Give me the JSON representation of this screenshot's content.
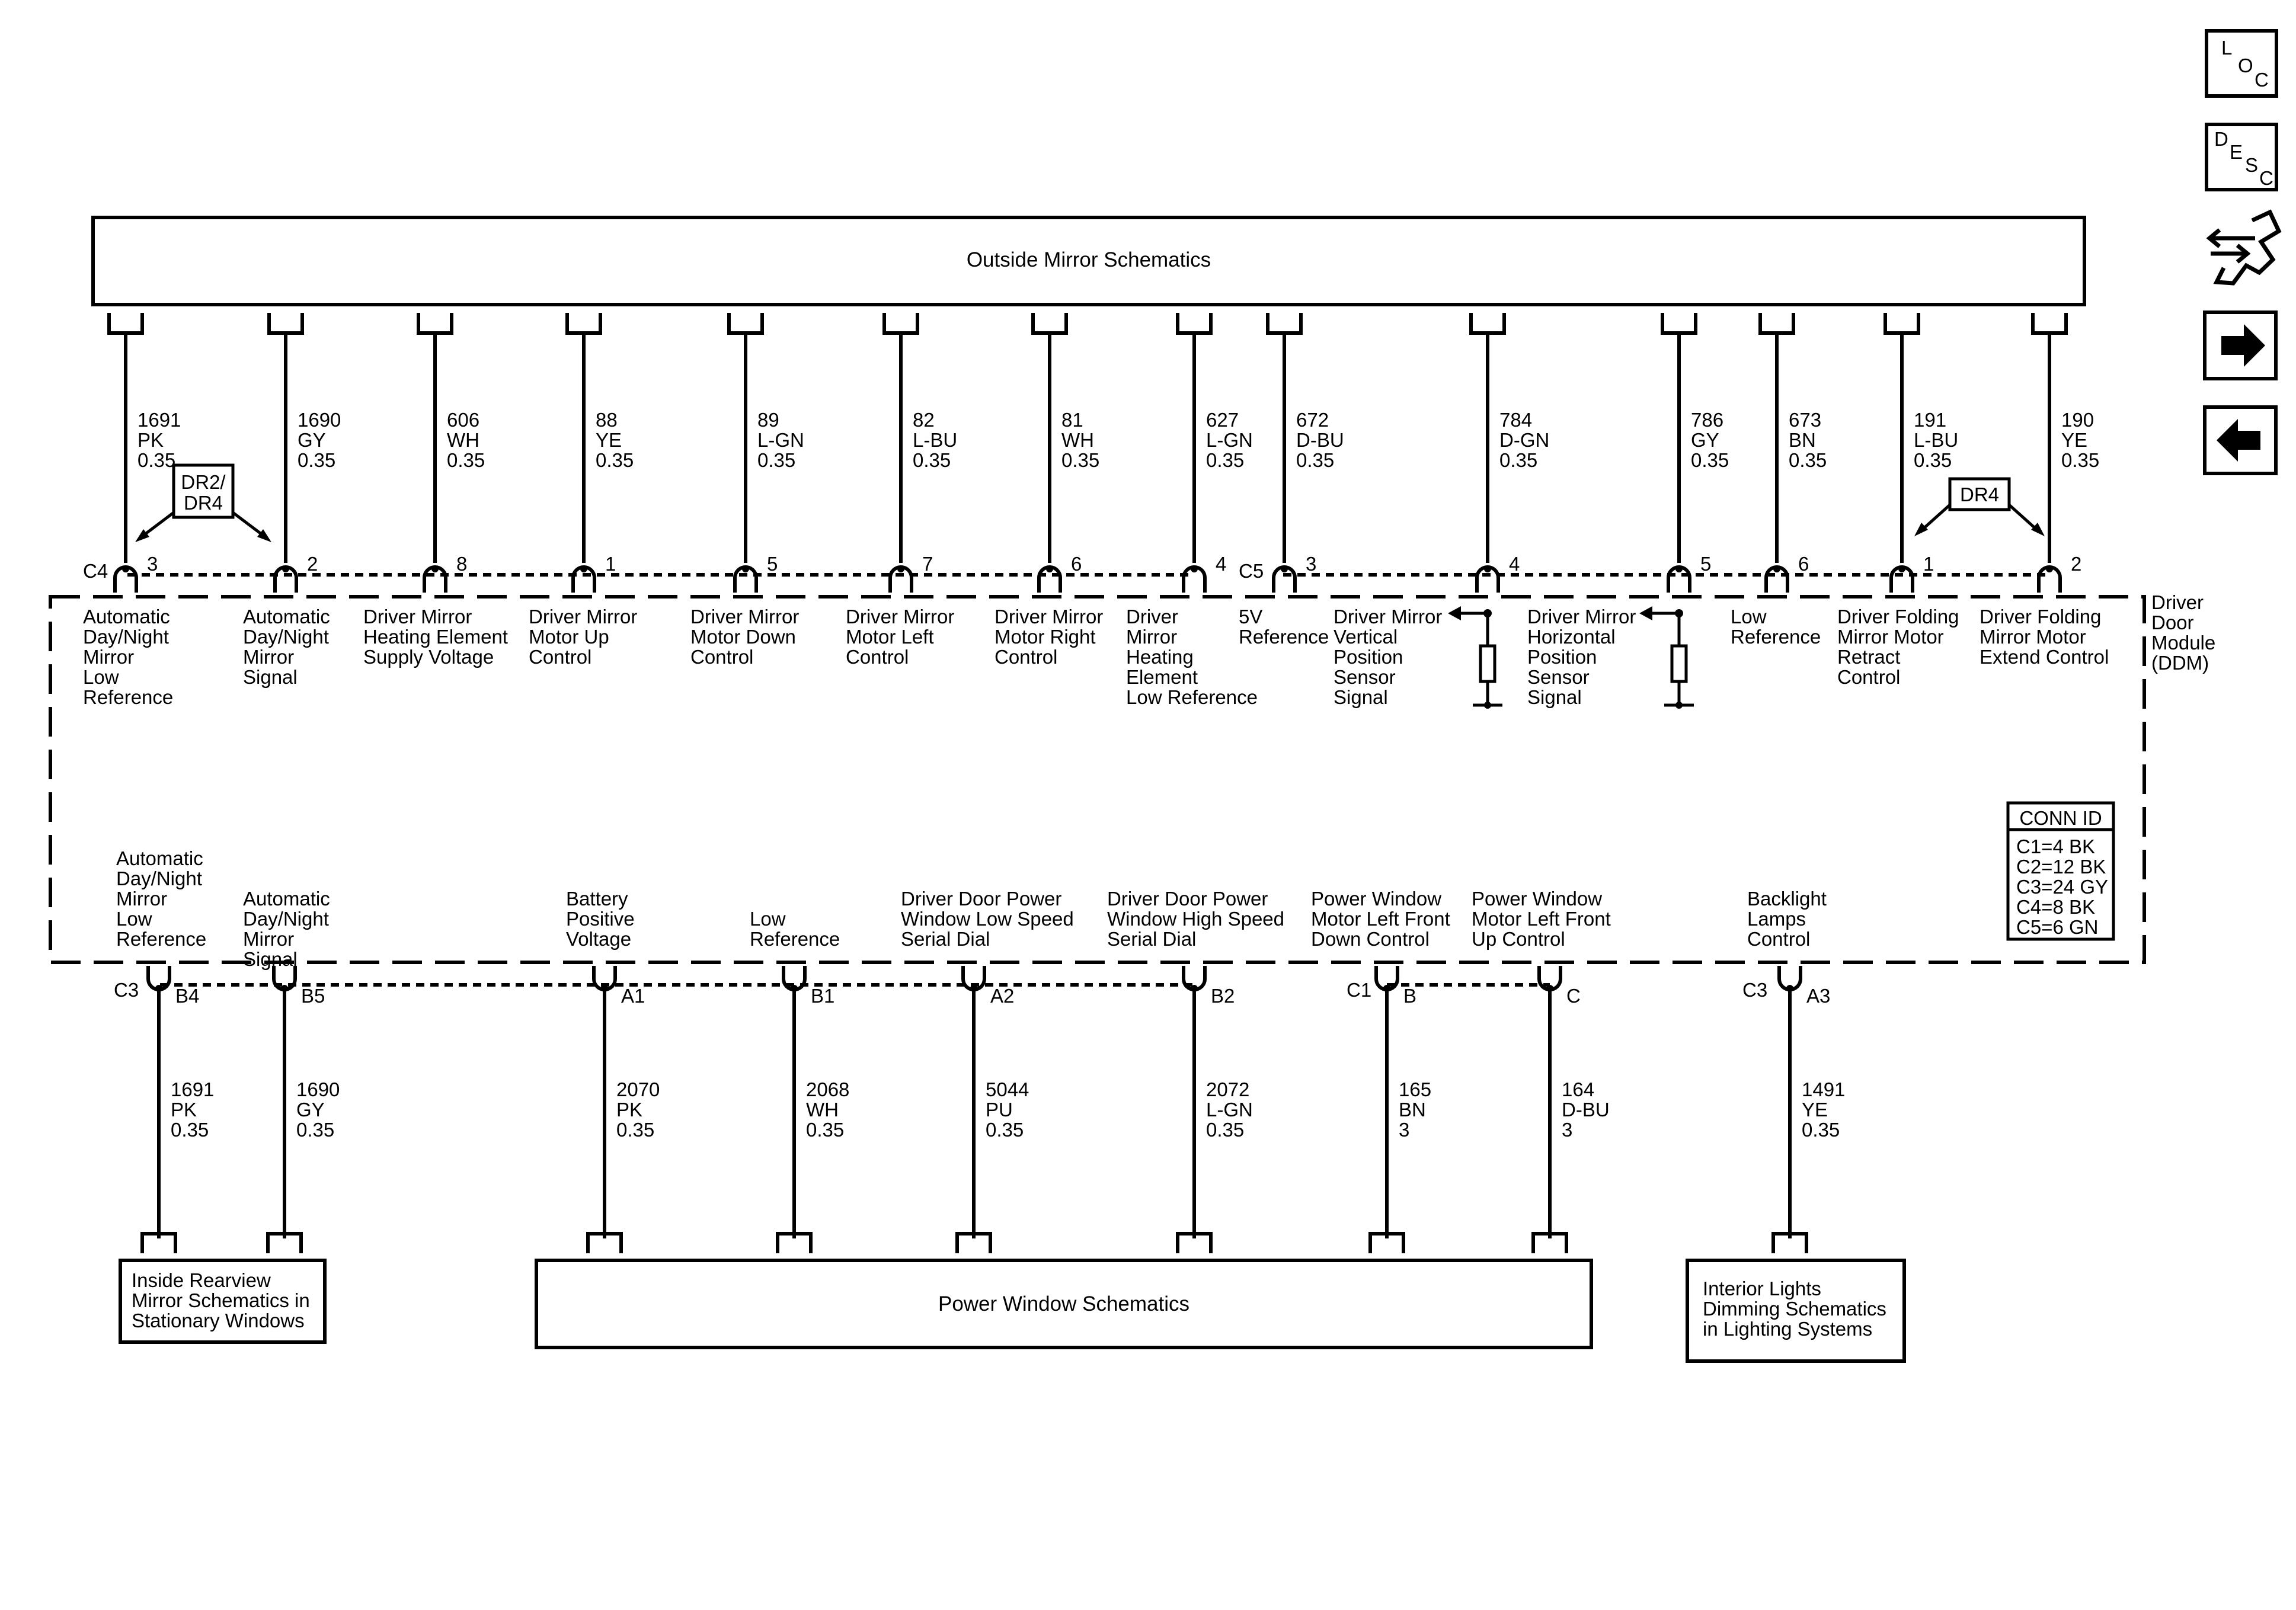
{
  "blocks": {
    "outside_mirror": "Outside Mirror Schematics",
    "power_window": "Power Window Schematics",
    "inside_mirror": [
      "Inside Rearview",
      "Mirror Schematics in",
      "Stationary Windows"
    ],
    "interior_lights": [
      "Interior Lights",
      "Dimming Schematics",
      "in Lighting Systems"
    ]
  },
  "module": {
    "name": [
      "Driver",
      "Door",
      "Module",
      "(DDM)"
    ],
    "conn_id_title": "CONN ID",
    "conn_ids": [
      "C1=4 BK",
      "C2=12 BK",
      "C3=24 GY",
      "C4=8 BK",
      "C5=6 GN"
    ]
  },
  "option_tags": {
    "dr2_dr4": [
      "DR2/",
      "DR4"
    ],
    "dr4": "DR4"
  },
  "connectors": {
    "c4": "C4",
    "c5": "C5",
    "c3_left": "C3",
    "c1": "C1",
    "c3_right": "C3"
  },
  "top_circuits": [
    {
      "circuit": "1691",
      "color": "PK",
      "gauge": "0.35",
      "pin": "3",
      "label": [
        "Automatic",
        "Day/Night",
        "Mirror",
        "Low",
        "Reference"
      ]
    },
    {
      "circuit": "1690",
      "color": "GY",
      "gauge": "0.35",
      "pin": "2",
      "label": [
        "Automatic",
        "Day/Night",
        "Mirror",
        "Signal"
      ]
    },
    {
      "circuit": "606",
      "color": "WH",
      "gauge": "0.35",
      "pin": "8",
      "label": [
        "Driver Mirror",
        "Heating Element",
        "Supply Voltage"
      ]
    },
    {
      "circuit": "88",
      "color": "YE",
      "gauge": "0.35",
      "pin": "1",
      "label": [
        "Driver Mirror",
        "Motor Up",
        "Control"
      ]
    },
    {
      "circuit": "89",
      "color": "L-GN",
      "gauge": "0.35",
      "pin": "5",
      "label": [
        "Driver Mirror",
        "Motor Down",
        "Control"
      ]
    },
    {
      "circuit": "82",
      "color": "L-BU",
      "gauge": "0.35",
      "pin": "7",
      "label": [
        "Driver Mirror",
        "Motor Left",
        "Control"
      ]
    },
    {
      "circuit": "81",
      "color": "WH",
      "gauge": "0.35",
      "pin": "6",
      "label": [
        "Driver Mirror",
        "Motor Right",
        "Control"
      ]
    },
    {
      "circuit": "627",
      "color": "L-GN",
      "gauge": "0.35",
      "pin": "4",
      "label": [
        "Driver",
        "Mirror",
        "Heating",
        "Element",
        "Low Reference"
      ]
    },
    {
      "circuit": "672",
      "color": "D-BU",
      "gauge": "0.35",
      "pin": "3",
      "label": [
        "5V",
        "Reference"
      ]
    },
    {
      "circuit": "784",
      "color": "D-GN",
      "gauge": "0.35",
      "pin": "4",
      "label": [
        "Driver Mirror",
        "Vertical",
        "Position",
        "Sensor",
        "Signal"
      ]
    },
    {
      "circuit": "786",
      "color": "GY",
      "gauge": "0.35",
      "pin": "5",
      "label": [
        "Driver Mirror",
        "Horizontal",
        "Position",
        "Sensor",
        "Signal"
      ]
    },
    {
      "circuit": "673",
      "color": "BN",
      "gauge": "0.35",
      "pin": "6",
      "label": [
        "Low",
        "Reference"
      ]
    },
    {
      "circuit": "191",
      "color": "L-BU",
      "gauge": "0.35",
      "pin": "1",
      "label": [
        "Driver Folding",
        "Mirror Motor",
        "Retract",
        "Control"
      ]
    },
    {
      "circuit": "190",
      "color": "YE",
      "gauge": "0.35",
      "pin": "2",
      "label": [
        "Driver Folding",
        "Mirror Motor",
        "Extend Control"
      ]
    }
  ],
  "bottom_circuits": [
    {
      "circuit": "1691",
      "color": "PK",
      "gauge": "0.35",
      "pin": "B4",
      "label": [
        "Automatic",
        "Day/Night",
        "Mirror",
        "Low",
        "Reference"
      ]
    },
    {
      "circuit": "1690",
      "color": "GY",
      "gauge": "0.35",
      "pin": "B5",
      "label": [
        "Automatic",
        "Day/Night",
        "Mirror",
        "Signal"
      ]
    },
    {
      "circuit": "2070",
      "color": "PK",
      "gauge": "0.35",
      "pin": "A1",
      "label": [
        "Battery",
        "Positive",
        "Voltage"
      ]
    },
    {
      "circuit": "2068",
      "color": "WH",
      "gauge": "0.35",
      "pin": "B1",
      "label": [
        "Low",
        "Reference"
      ]
    },
    {
      "circuit": "5044",
      "color": "PU",
      "gauge": "0.35",
      "pin": "A2",
      "label": [
        "Driver Door Power",
        "Window Low Speed",
        "Serial Dial"
      ]
    },
    {
      "circuit": "2072",
      "color": "L-GN",
      "gauge": "0.35",
      "pin": "B2",
      "label": [
        "Driver Door Power",
        "Window High Speed",
        "Serial Dial"
      ]
    },
    {
      "circuit": "165",
      "color": "BN",
      "gauge": "3",
      "pin": "B",
      "label": [
        "Power Window",
        "Motor Left Front",
        "Down Control"
      ]
    },
    {
      "circuit": "164",
      "color": "D-BU",
      "gauge": "3",
      "pin": "C",
      "label": [
        "Power Window",
        "Motor Left Front",
        "Up Control"
      ]
    },
    {
      "circuit": "1491",
      "color": "YE",
      "gauge": "0.35",
      "pin": "A3",
      "label": [
        "Backlight",
        "Lamps",
        "Control"
      ]
    }
  ],
  "nav": {
    "loc": [
      "L",
      "O",
      "C"
    ],
    "desc": [
      "D",
      "E",
      "S",
      "C"
    ],
    "icons": [
      "connector-swap-icon",
      "arrow-right-icon",
      "arrow-left-icon"
    ]
  }
}
